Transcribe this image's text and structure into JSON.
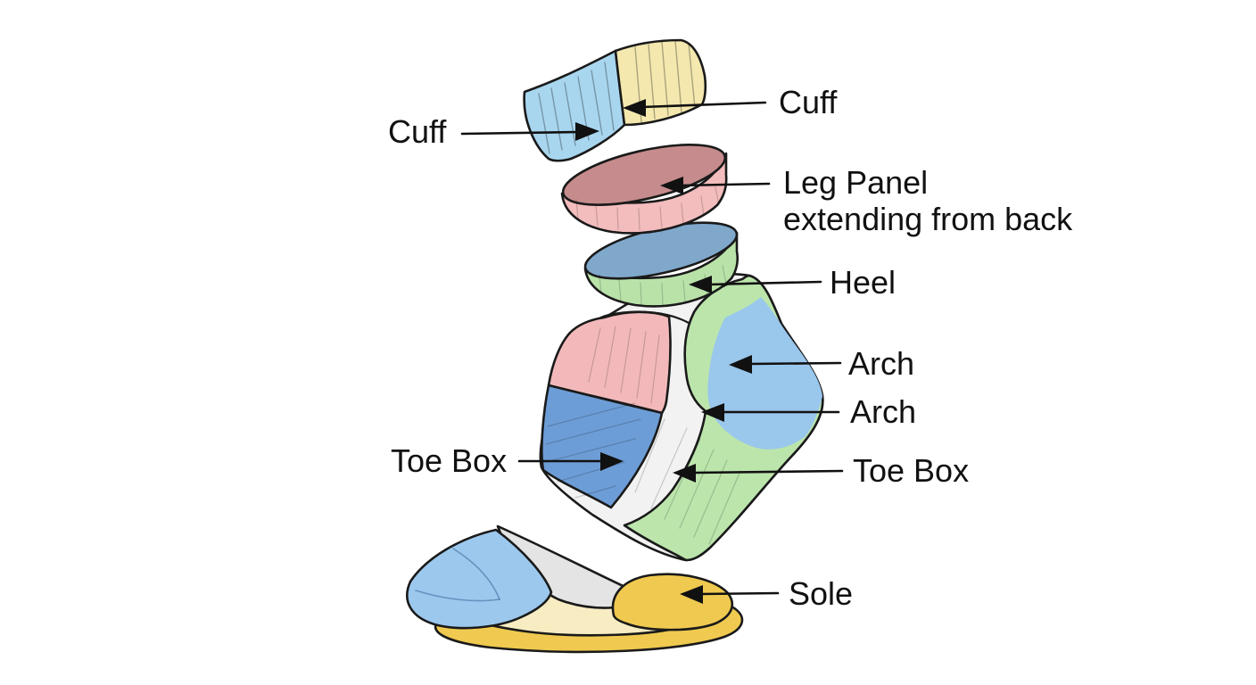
{
  "diagram": {
    "background": "#ffffff",
    "labels": [
      {
        "id": "cuff-left",
        "text": "Cuff"
      },
      {
        "id": "cuff-right",
        "text": "Cuff"
      },
      {
        "id": "leg-panel",
        "text": "Leg Panel",
        "subtext": "extending from back"
      },
      {
        "id": "heel",
        "text": "Heel"
      },
      {
        "id": "arch-upper",
        "text": "Arch"
      },
      {
        "id": "arch-lower",
        "text": "Arch"
      },
      {
        "id": "toe-box-left",
        "text": "Toe Box"
      },
      {
        "id": "toe-box-right",
        "text": "Toe Box"
      },
      {
        "id": "sole",
        "text": "Sole"
      }
    ],
    "colors": {
      "cuff_blue": "#a9d6ef",
      "cuff_yellow": "#f4e8af",
      "leg_panel_pink_top": "#c68b8c",
      "leg_panel_pink_side": "#f3bcbd",
      "heel_band_blue_top": "#7fa8cb",
      "heel_band_green_side": "#b9e2a9",
      "sock_base": "#f2f2f2",
      "panel_pink": "#f3b9ba",
      "panel_blue": "#6d9dd6",
      "panel_green": "#bce5ac",
      "arch_blue": "#9ac7ec",
      "toe_cap_blue": "#9cc8ee",
      "insole_cream": "#f7ecc2",
      "insole_gray": "#e4e4e4",
      "sole_gold": "#f0ca50",
      "outline": "#1a1a1a",
      "label_text": "#111111"
    }
  }
}
